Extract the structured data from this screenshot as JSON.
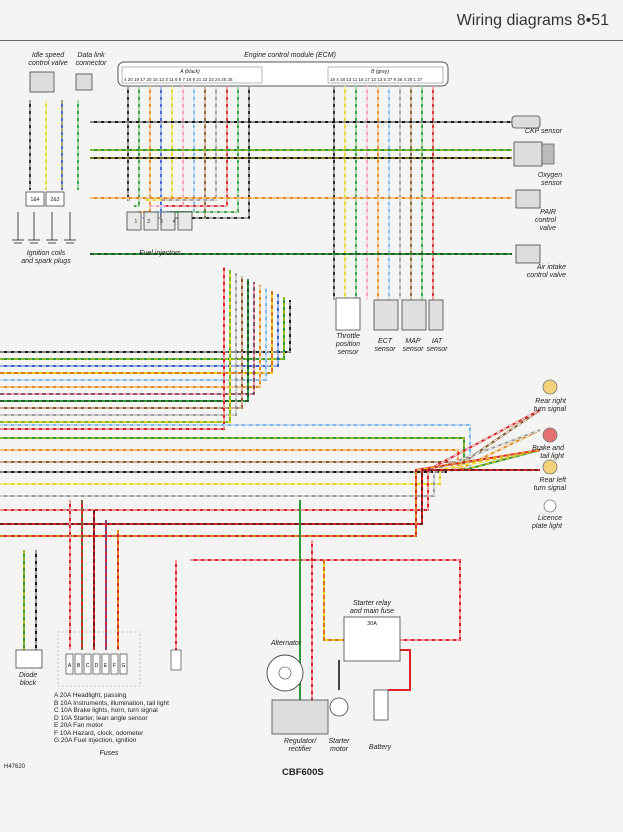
{
  "header": {
    "title": "Wiring diagrams",
    "page": "8•51"
  },
  "labels": {
    "idle_speed": "Idle speed\ncontrol valve",
    "data_link": "Data link\nconnector",
    "ecm": "Engine control module (ECM)",
    "ecm_a": "A (black)",
    "ecm_b": "B (grey)",
    "ckp": "CKP sensor",
    "oxygen": "Oxygen\nsensor",
    "pair": "PAIR\ncontrol\nvalve",
    "air_intake": "Air intake\ncontrol valve",
    "ignition": "Ignition coils\nand spark plugs",
    "injectors": "Fuel injectors",
    "throttle": "Throttle\nposition\nsensor",
    "ect": "ECT\nsensor",
    "map": "MAP\nsensor",
    "iat": "IAT\nsensor",
    "rear_right": "Rear right\nturn signal",
    "brake": "Brake and\ntail light",
    "rear_left": "Rear left\nturn signal",
    "licence": "Licence\nplate light",
    "starter_relay": "Starter relay\nand main fuse",
    "relay_fuse": "30A",
    "alternator": "Alternator",
    "diode": "Diode\nblock",
    "regulator": "Regulator/\nrectifier",
    "starter_motor": "Starter\nmotor",
    "battery": "Battery",
    "fuses": "Fuses",
    "coil_pair_1": "1&4",
    "coil_pair_2": "2&3"
  },
  "ecm_pins_a": "4 20 19 17 20 15 12 3 11 6 8 7 18 9 21 22 23 24 25 26",
  "ecm_pins_b": "19 4 18 13 11 16 17 12 13 5 37 9 36 3 20 1 27",
  "injector_numbers": [
    "1",
    "2",
    "3",
    "4"
  ],
  "fuse_letters": [
    "A",
    "B",
    "C",
    "D",
    "E",
    "F",
    "G"
  ],
  "fuse_list": [
    "A  20A  Headlight, passing",
    "B  10A  Instruments, illumination, tail light",
    "C  10A  Brake lights, horn, turn signal",
    "D  10A  Starter, lean angle sensor",
    "E  20A  Fan motor",
    "F  10A  Hazard, clock, odometer",
    "G  20A  Fuel injection, ignition"
  ],
  "footer": {
    "model": "CBF600S",
    "code": "H47620"
  },
  "colors": {
    "black": "#1a1a1a",
    "green": "#2f9a3a",
    "yellow": "#e6d31f",
    "red": "#d8232a",
    "blue": "#3a5fd0",
    "lightblue": "#7fb7e6",
    "orange": "#e58a1f",
    "pink": "#f29bb8",
    "brown": "#8a5a2b",
    "grey": "#9a9a9a",
    "white": "#ffffff"
  }
}
